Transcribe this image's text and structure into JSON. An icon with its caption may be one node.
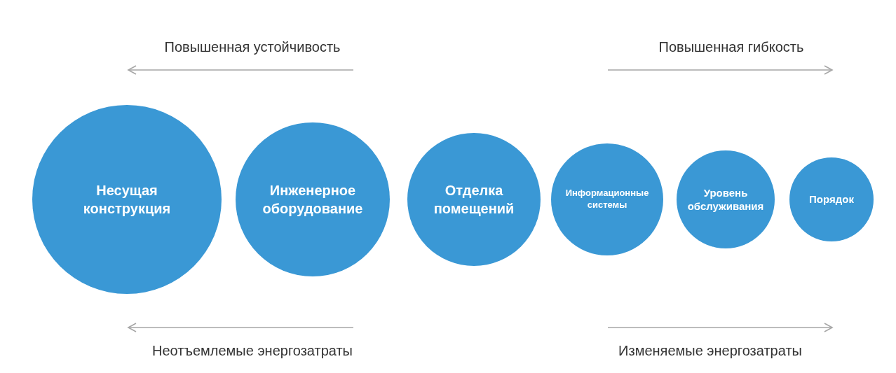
{
  "diagram": {
    "nodes": [
      {
        "text": [
          "Несущая конструкция"
        ]
      },
      {
        "text": [
          "Инженерное оборудование"
        ]
      },
      {
        "text": [
          "Отделка помещений"
        ]
      },
      {
        "text": [
          "Информационные системы"
        ]
      },
      {
        "text": [
          "Уровень обслуживания"
        ]
      },
      {
        "text": [
          "Порядок"
        ]
      }
    ],
    "labels": [
      "Повышенная устойчивость",
      "Повышенная гибкость",
      "Неотъемлемые энергозатраты",
      "Изменяемые энергозатраты"
    ]
  }
}
